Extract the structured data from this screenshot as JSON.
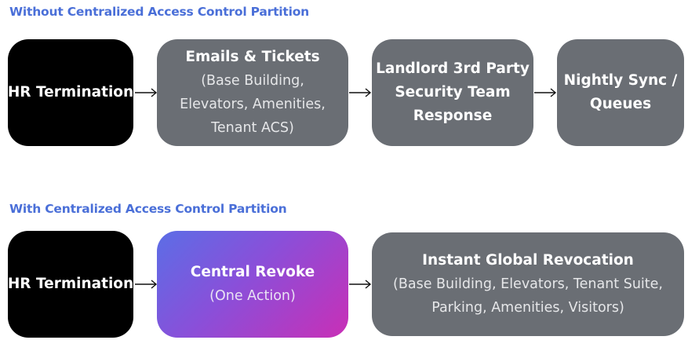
{
  "sections": [
    {
      "title": "Without Centralized Access Control Partition",
      "nodes": [
        {
          "bold": [
            "HR Termination"
          ],
          "light": []
        },
        {
          "bold": [
            "Emails & Tickets"
          ],
          "light": [
            "(Base Building,",
            "Elevators, Amenities,",
            "Tenant ACS)"
          ]
        },
        {
          "bold": [
            "Landlord 3rd Party",
            "Security Team",
            "Response"
          ],
          "light": []
        },
        {
          "bold": [
            "Nightly Sync /",
            "Queues"
          ],
          "light": []
        }
      ]
    },
    {
      "title": "With Centralized Access Control Partition",
      "nodes": [
        {
          "bold": [
            "HR Termination"
          ],
          "light": []
        },
        {
          "bold": [
            "Central Revoke"
          ],
          "light": [
            "(One Action)"
          ]
        },
        {
          "bold": [
            "Instant Global Revocation"
          ],
          "light": [
            "(Base Building, Elevators, Tenant Suite,",
            "Parking, Amenities, Visitors)"
          ]
        }
      ]
    }
  ],
  "colors": {
    "title": "#4a6fd8",
    "start_box": "#000000",
    "step_box": "#6a6e74",
    "gradient_start": "#5b6ee6",
    "gradient_end": "#c92fb6",
    "arrow": "#111111"
  }
}
